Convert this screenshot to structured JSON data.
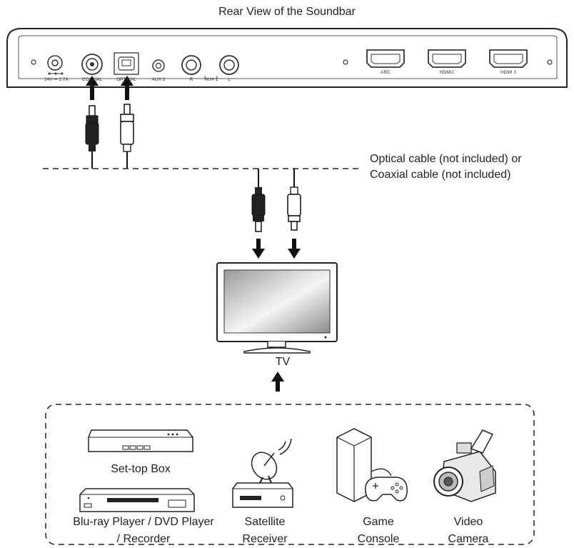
{
  "title": "Rear View of the Soundbar",
  "soundbar": {
    "ports": {
      "power": "24V ⎓ 2.7A",
      "coaxial": "COAXIAL",
      "optical": "OPTICAL",
      "aux2": "AUX 2",
      "right": "R",
      "aux1": "AUX 1",
      "left": "L",
      "arc": "ARC",
      "hdmi2": "HDMI2",
      "hdmi1": "HDMI 1"
    }
  },
  "cable_label": {
    "line1": "Optical cable (not included)  or",
    "line2": "Coaxial cable (not included)"
  },
  "tv_label": "TV",
  "devices": {
    "set_top_box": "Set-top Box",
    "bluray_line1": "Blu-ray Player / DVD Player",
    "bluray_line2": "/ Recorder",
    "satellite_line1": "Satellite",
    "satellite_line2": "Receiver",
    "game_line1": "Game",
    "game_line2": "Console",
    "camera_line1": "Video",
    "camera_line2": "Camera"
  }
}
